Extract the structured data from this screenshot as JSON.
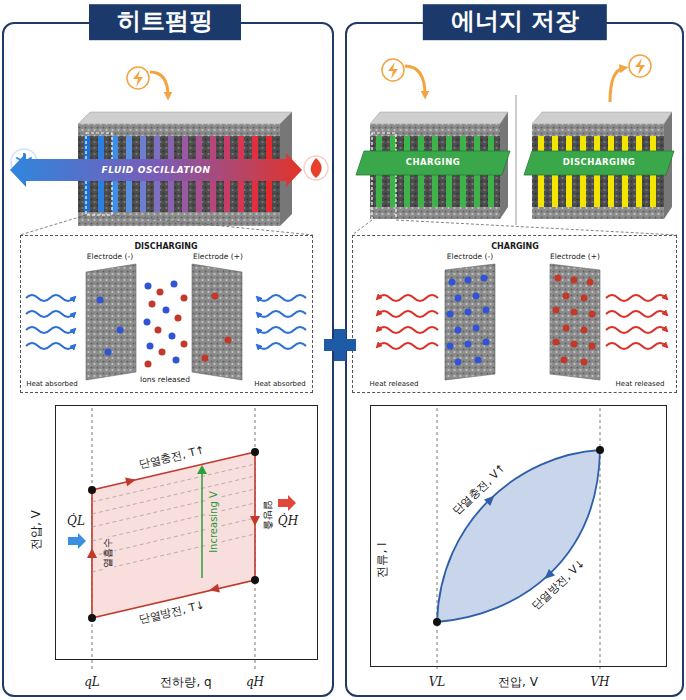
{
  "diagram": {
    "nodes": [
      {
        "text": [
          "히트펌핑"
        ]
      },
      {
        "text": [
          "FLUID OSCILLATION"
        ],
        "in": 0
      },
      {
        "text": [
          "DISCHARGING",
          "Electrode (-)",
          "Electrode (+)",
          "Heat absorbed",
          "Ions released",
          "Heat absorbed"
        ],
        "in": 0
      },
      {
        "text": [
          "단열충전, T↑",
          "Q̇L",
          "열흡수",
          "Increasing V",
          "열방출",
          "Q̇H",
          "단열방전, T↓"
        ],
        "in": 0
      },
      {
        "text": [
          "에너지 저장"
        ]
      },
      {
        "text": [
          "CHARGING"
        ],
        "in": 4
      },
      {
        "text": [
          "DISCHARGING"
        ],
        "in": 4
      },
      {
        "text": [
          "CHARGING",
          "Electrode (-)",
          "Electrode (+)",
          "Heat released",
          "Heat released"
        ],
        "in": 4
      },
      {
        "text": [
          "전류, I",
          "단열충전, V↑",
          "단열방전, V↓"
        ],
        "in": 4
      }
    ],
    "labels": [
      "전압, V",
      "qL",
      "전하량, q",
      "qH",
      "VL",
      "전압, V",
      "VH"
    ]
  }
}
